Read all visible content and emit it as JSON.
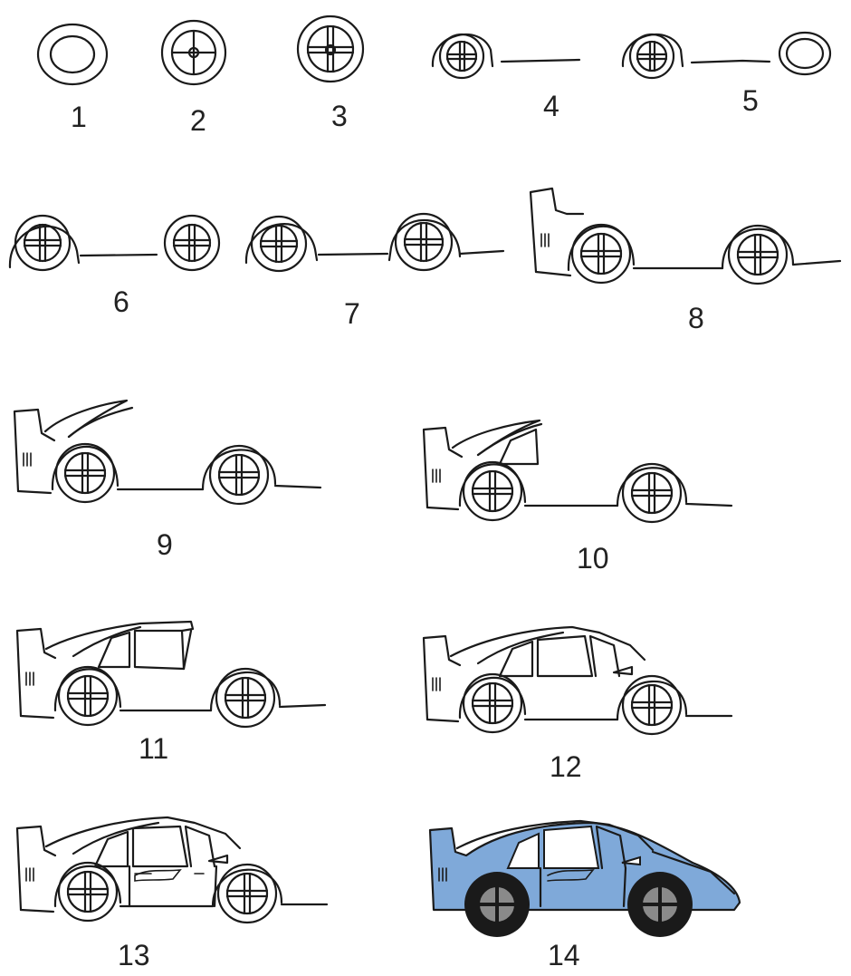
{
  "colors": {
    "line": "#1a1a1a",
    "fill_blue": "#7fa9d9",
    "tire_dark": "#1a1a1a"
  },
  "steps": [
    {
      "label": "1"
    },
    {
      "label": "2"
    },
    {
      "label": "3"
    },
    {
      "label": "4"
    },
    {
      "label": "5"
    },
    {
      "label": "6"
    },
    {
      "label": "7"
    },
    {
      "label": "8"
    },
    {
      "label": "9"
    },
    {
      "label": "10"
    },
    {
      "label": "11"
    },
    {
      "label": "12"
    },
    {
      "label": "13"
    },
    {
      "label": "14"
    }
  ]
}
